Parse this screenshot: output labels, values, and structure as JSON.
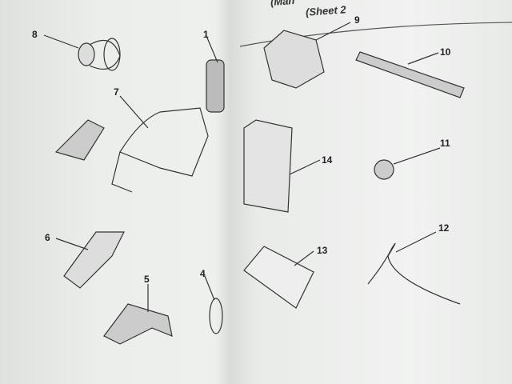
{
  "header": {
    "line1": "(Man",
    "line2": "(Sheet 2"
  },
  "callouts": [
    "1",
    "4",
    "5",
    "6",
    "7",
    "8",
    "9",
    "10",
    "11",
    "12",
    "13",
    "14"
  ]
}
